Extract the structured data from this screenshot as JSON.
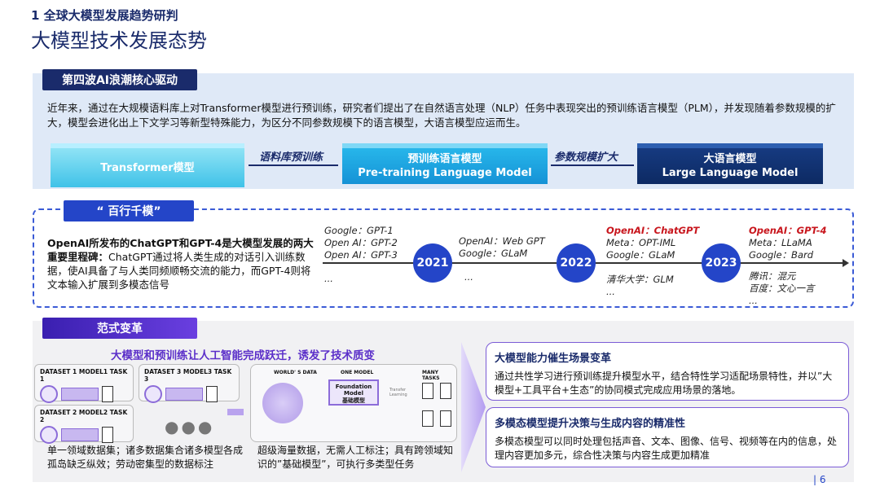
{
  "header": {
    "section": "1 全球大模型发展趋势研判",
    "title": "大模型技术发展态势"
  },
  "s1": {
    "tab": "第四波AI浪潮核心驱动",
    "para": "近年来，通过在大规模语料库上对Transformer模型进行预训练，研究者们提出了在自然语言处理（NLP）任务中表现突出的预训练语言模型（PLM），并发现随着参数规模的扩大，模型会进化出上下文学习等新型特殊能力，为区分不同参数规模下的语言模型，大语言模型应运而生。",
    "box1": "Transformer模型",
    "arrow1": "语料库预训练",
    "box2_cn": "预训练语言模型",
    "box2_en": "Pre-training Language Model",
    "arrow2": "参数规模扩大",
    "box3_cn": "大语言模型",
    "box3_en": "Large Language Model"
  },
  "s2": {
    "tab": "“ 百行千模”",
    "bold": "OpenAI所发布的ChatGPT和GPT-4是大模型发展的两大重要里程碑：",
    "text": "ChatGPT通过将人类生成的对话引入训练数据，使AI具备了与人类同频顺畅交流的能力，而GPT-4则将文本输入扩展到多模态信号",
    "years": [
      "2021",
      "2022",
      "2023"
    ],
    "g0_top": [
      "Google：GPT-1",
      "Open AI：GPT-2",
      "Open AI：GPT-3"
    ],
    "g0_bot": [
      "..."
    ],
    "g1_top": [
      "OpenAI：Web GPT",
      "Google：GLaM"
    ],
    "g1_bot": [
      "..."
    ],
    "g2_red": "OpenAI：ChatGPT",
    "g2_top": [
      "Meta：OPT-IML",
      "Google：GLaM"
    ],
    "g2_bot": [
      "清华大学：GLM",
      "..."
    ],
    "g3_red": "OpenAI：GPT-4",
    "g3_top": [
      "Meta：LLaMA",
      "Google：Bard"
    ],
    "g3_bot": [
      "腾讯：混元",
      "百度：文心一言",
      "..."
    ]
  },
  "s3": {
    "tab": "范式变革",
    "subtitle": "大模型和预训练让人工智能完成跃迁，诱发了技术质变",
    "mini": [
      {
        "d": "DATASET 1",
        "m": "MODEL1",
        "t": "TASK 1"
      },
      {
        "d": "DATASET 3",
        "m": "MODEL3",
        "t": "TASK 3"
      },
      {
        "d": "DATASET 2",
        "m": "MODEL2",
        "t": "TASK 2"
      }
    ],
    "fm": {
      "world": "WORLD' S DATA",
      "one": "ONE MODEL",
      "many": "MANY TASKS",
      "name": "Foundation Model",
      "cn": "基础模型",
      "transfer": "Transfer Learning"
    },
    "left_caption": "单一领域数据集；诸多数据集合诸多模型各成孤岛缺乏纵效；劳动密集型的数据标注",
    "right_caption": "超级海量数据，无需人工标注；具有跨领域知识的”基础模型”，可执行多类型任务",
    "cards": [
      {
        "title": "大模型能力催生场景变革",
        "text": "通过共性学习进行预训练提升模型水平，结合特性学习适配场景特性，并以”大模型+工具平台+生态”的协同模式完成应用场景的落地。"
      },
      {
        "title": "多模态模型提升决策与生成内容的精准性",
        "text": "多模态模型可以同时处理包括声音、文本、图像、信号、视频等在内的信息，处理内容更加多元，综合性决策与内容生成更加精准"
      }
    ]
  },
  "page": "6"
}
